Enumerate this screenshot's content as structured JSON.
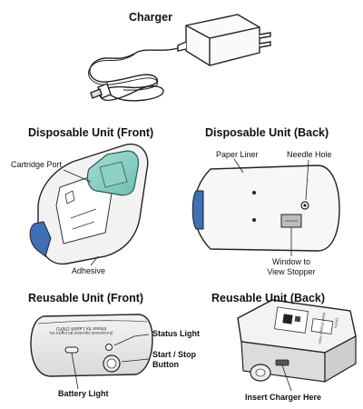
{
  "sections": {
    "charger": "Charger",
    "disposable_front": "Disposable Unit (Front)",
    "disposable_back": "Disposable Unit (Back)",
    "reusable_front": "Reusable Unit (Front)",
    "reusable_back": "Reusable Unit (Back)"
  },
  "labels": {
    "cartridge_port": "Cartridge Port",
    "adhesive": "Adhesive",
    "paper_liner": "Paper Liner",
    "needle_hole": "Needle Hole",
    "window_line1": "Window to",
    "window_line2": "View Stopper",
    "status_light": "Status Light",
    "start_stop_line1": "Start / Stop",
    "start_stop_line2": "Button",
    "battery_light": "Battery Light",
    "insert_charger": "Insert Charger Here"
  },
  "device_text": {
    "front_line1": "Infusor for Lasix® ONYU",
    "front_line2": "(furosemide injection) 80 mg/10 mL",
    "back_text1": "Insert Charger Here",
    "back_text2": "ONYU"
  },
  "colors": {
    "teal": "#7fc9bd",
    "blue": "#3f6fb5",
    "outline": "#222222"
  }
}
